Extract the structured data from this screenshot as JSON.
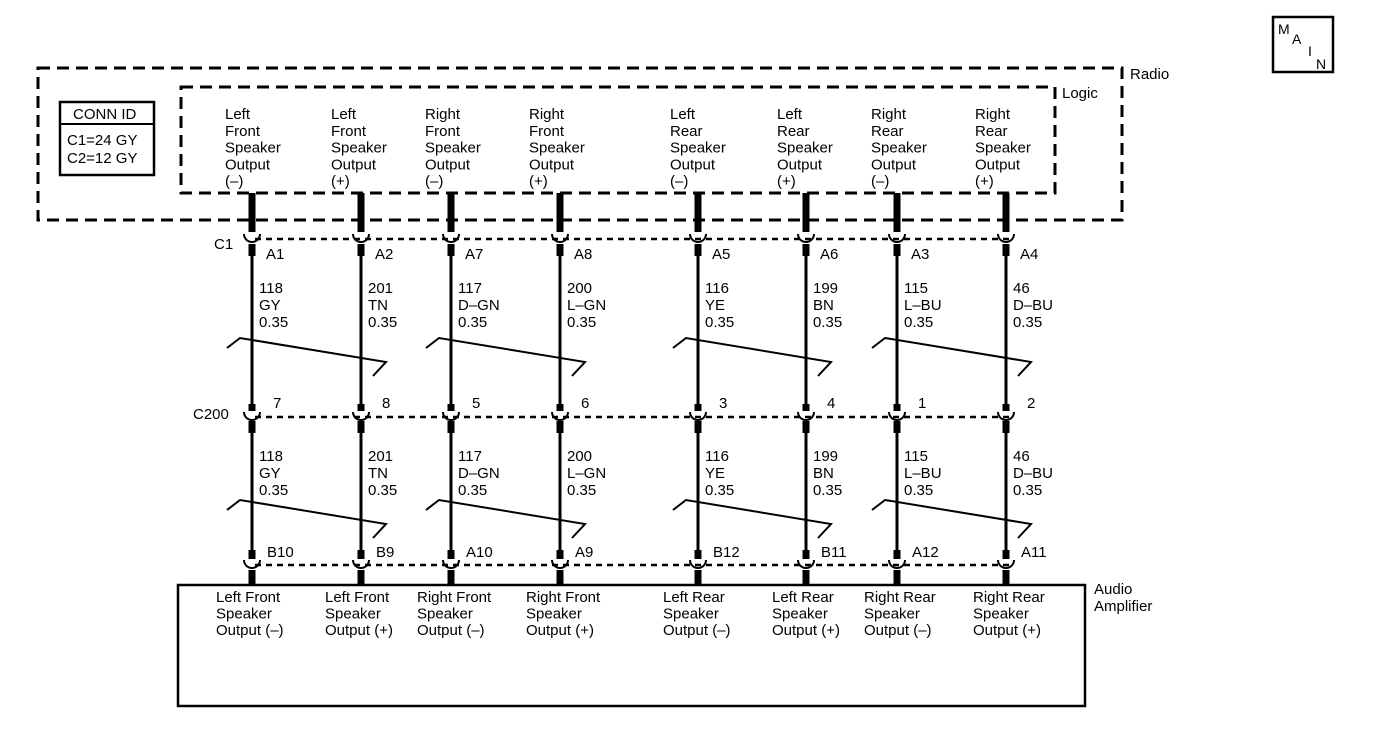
{
  "main_badge": [
    "M",
    "A",
    "I",
    "N"
  ],
  "radio_label": "Radio",
  "logic_label": "Logic",
  "conn_id": {
    "title": "CONN ID",
    "lines": [
      "C1=24 GY",
      "C2=12 GY"
    ]
  },
  "c1_label": "C1",
  "c200_label": "C200",
  "amp_label": [
    "Audio",
    "Amplifier"
  ],
  "circuits": [
    {
      "logic": [
        "Left",
        "Front",
        "Speaker",
        "Output",
        "(–)"
      ],
      "c1_pin": "A1",
      "c200_pin": "7",
      "amp_pin": "B10",
      "circuit": "118",
      "color": "GY",
      "size": "0.35",
      "amp": [
        "Left Front",
        "Speaker",
        "Output (–)"
      ]
    },
    {
      "logic": [
        "Left",
        "Front",
        "Speaker",
        "Output",
        "(+)"
      ],
      "c1_pin": "A2",
      "c200_pin": "8",
      "amp_pin": "B9",
      "circuit": "201",
      "color": "TN",
      "size": "0.35",
      "amp": [
        "Left Front",
        "Speaker",
        "Output (+)"
      ]
    },
    {
      "logic": [
        "Right",
        "Front",
        "Speaker",
        "Output",
        "(–)"
      ],
      "c1_pin": "A7",
      "c200_pin": "5",
      "amp_pin": "A10",
      "circuit": "117",
      "color": "D–GN",
      "size": "0.35",
      "amp": [
        "Right Front",
        "Speaker",
        "Output (–)"
      ]
    },
    {
      "logic": [
        "Right",
        "Front",
        "Speaker",
        "Output",
        "(+)"
      ],
      "c1_pin": "A8",
      "c200_pin": "6",
      "amp_pin": "A9",
      "circuit": "200",
      "color": "L–GN",
      "size": "0.35",
      "amp": [
        "Right Front",
        "Speaker",
        "Output (+)"
      ]
    },
    {
      "logic": [
        "Left",
        "Rear",
        "Speaker",
        "Output",
        "(–)"
      ],
      "c1_pin": "A5",
      "c200_pin": "3",
      "amp_pin": "B12",
      "circuit": "116",
      "color": "YE",
      "size": "0.35",
      "amp": [
        "Left Rear",
        "Speaker",
        "Output (–)"
      ]
    },
    {
      "logic": [
        "Left",
        "Rear",
        "Speaker",
        "Output",
        "(+)"
      ],
      "c1_pin": "A6",
      "c200_pin": "4",
      "amp_pin": "B11",
      "circuit": "199",
      "color": "BN",
      "size": "0.35",
      "amp": [
        "Left Rear",
        "Speaker",
        "Output (+)"
      ]
    },
    {
      "logic": [
        "Right",
        "Rear",
        "Speaker",
        "Output",
        "(–)"
      ],
      "c1_pin": "A3",
      "c200_pin": "1",
      "amp_pin": "A12",
      "circuit": "115",
      "color": "L–BU",
      "size": "0.35",
      "amp": [
        "Right Rear",
        "Speaker",
        "Output (–)"
      ]
    },
    {
      "logic": [
        "Right",
        "Rear",
        "Speaker",
        "Output",
        "(+)"
      ],
      "c1_pin": "A4",
      "c200_pin": "2",
      "amp_pin": "A11",
      "circuit": "46",
      "color": "D–BU",
      "size": "0.35",
      "amp": [
        "Right Rear",
        "Speaker",
        "Output (+)"
      ]
    }
  ]
}
